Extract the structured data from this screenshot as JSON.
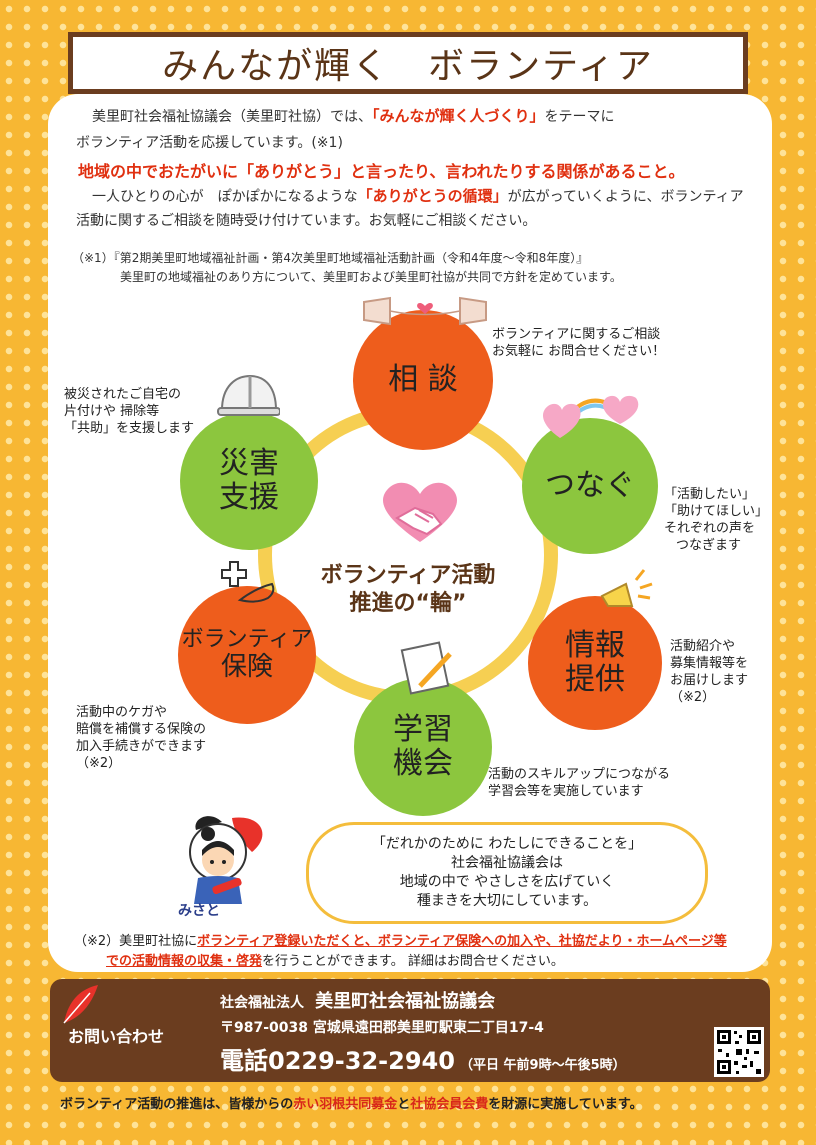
{
  "title": "みんなが輝く　ボランティア",
  "intro": {
    "l1a": "美里町社会福祉協議会（美里町社協）では、",
    "l1b": "「みんなが輝く人づくり」",
    "l1c": "をテーマに",
    "l2": "ボランティア活動を応援しています。(※1)",
    "l3": "地域の中でおたがいに「ありがとう」と言ったり、言われたりする関係があること。",
    "l4a": "一人ひとりの心が　ぽかぽかになるような",
    "l4b": "「ありがとうの循環」",
    "l4c": "が広がっていくように、ボランティア",
    "l5": "活動に関するご相談を随時受け付けています。お気軽にご相談ください。"
  },
  "note1": {
    "l1": "（※1）『第2期美里町地域福祉計画・第4次美里町地域福祉活動計画（令和4年度～令和8年度）』",
    "l2": "美里町の地域福祉のあり方について、美里町および美里町社協が共同で方針を定めています。"
  },
  "center": {
    "l1": "ボランティア活動",
    "l2": "推進の“輪”"
  },
  "circles": {
    "soudan": "相 談",
    "tsunagu": "つなぐ",
    "joho_l1": "情報",
    "joho_l2": "提供",
    "gakushu_l1": "学習",
    "gakushu_l2": "機会",
    "hoken_l1": "ボランティア",
    "hoken_l2": "保険",
    "saigai_l1": "災害",
    "saigai_l2": "支援"
  },
  "descs": {
    "soudan_l1": "ボランティアに関するご相談",
    "soudan_l2": "お気軽に お問合せください！",
    "tsunagu_l1": "「活動したい」",
    "tsunagu_l2": "「助けてほしい」",
    "tsunagu_l3": "それぞれの声を",
    "tsunagu_l4": "つなぎます",
    "joho_l1": "活動紹介や",
    "joho_l2": "募集情報等を",
    "joho_l3": "お届けします",
    "joho_l4": "（※2）",
    "gakushu_l1": "活動のスキルアップにつながる",
    "gakushu_l2": "学習会等を実施しています",
    "hoken_l1": "活動中のケガや",
    "hoken_l2": "賠償を補償する保険の",
    "hoken_l3": "加入手続きができます",
    "hoken_l4": "（※2）",
    "saigai_l1": "被災されたご自宅の",
    "saigai_l2": "片付けや  掃除等",
    "saigai_l3": "「共助」を支援します"
  },
  "mascot_name": "みさと",
  "bubble": {
    "l1": "「だれかのために  わたしにできることを」",
    "l2": "社会福祉協議会は",
    "l3": "地域の中で  やさしさを広げていく",
    "l4": "種まきを大切にしています。"
  },
  "note2": {
    "a": "（※2）美里町社協に",
    "b": "ボランティア登録いただくと、ボランティア保険への加入や、社協だより・ホームページ等",
    "c": "での活動情報の収集・啓発",
    "d": "を行うことができます。  詳細はお問合せください。"
  },
  "footer": {
    "contact": "お問い合わせ",
    "org_type": "社会福祉法人",
    "org_name": "美里町社会福祉協議会",
    "address": "〒987-0038  宮城県遠田郡美里町駅東二丁目17-4",
    "tel": "電話0229-32-2940",
    "hours": "（平日 午前9時～午後5時）"
  },
  "bottom": {
    "a": "ボランティア活動の推進は、皆様からの",
    "b": "赤い羽根共同募金",
    "c": "と",
    "d": "社協会員会費",
    "e": "を財源に実施しています。"
  },
  "colors": {
    "background": "#f7b733",
    "brown": "#6b3d1f",
    "orange_circle": "#ee5d1c",
    "green_circle": "#8cc63e",
    "ring": "#f6cf52",
    "accent_red": "#e03010"
  }
}
